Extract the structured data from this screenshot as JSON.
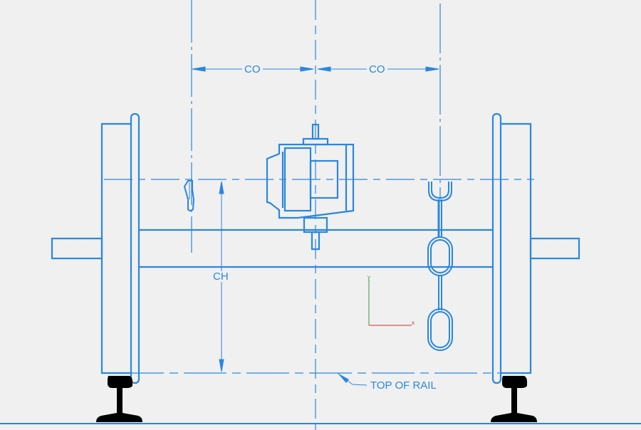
{
  "drawing": {
    "background": "#f0f0f0",
    "line_color": "#2a86e0",
    "rail_color": "#000000",
    "dimensions": {
      "left_co": "CO",
      "right_co": "CO",
      "ch": "CH"
    },
    "annotations": {
      "top_of_rail": "TOP OF RAIL"
    },
    "ucs": {
      "x_label": "x",
      "y_label": "y",
      "x_color": "#d03030",
      "y_color": "#3a9a3a"
    },
    "components": [
      "left-wheel",
      "right-wheel",
      "axle",
      "gearbox",
      "chain",
      "left-rail",
      "right-rail",
      "hook"
    ]
  }
}
